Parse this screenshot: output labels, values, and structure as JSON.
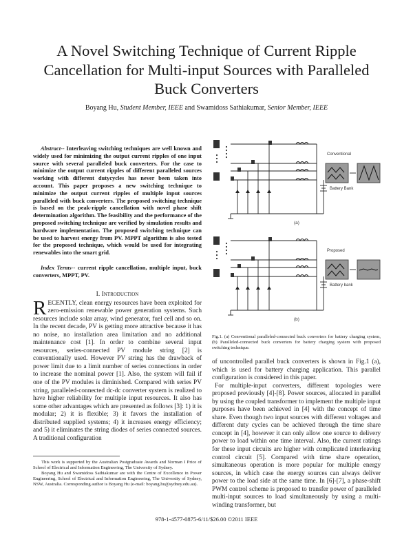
{
  "title": "A Novel Switching Technique of Current Ripple Cancellation for Multi-input Sources with Paralleled Buck Converters",
  "authors": {
    "author1": "Boyang Hu,",
    "author1_role": "Student Member, IEEE",
    "and": "and",
    "author2": "Swamidoss Sathiakumar,",
    "author2_role": "Senior Member, IEEE"
  },
  "abstract": {
    "label": "Abstract--",
    "text": " Interleaving switching techniques are well known and widely used for minimizing the output current ripples of one input source with several paralleled buck converters. For the case to minimize the output current ripples of different paralleled sources working with different dutycycles has never been taken into account. This paper proposes a new switching technique to minimize the output current ripples of multiple input sources paralleled with buck converters. The proposed switching technique is based on the peak-ripple cancellation with novel phase shift determination algorithm. The feasibility and the performance of the proposed switching technique are verified by simulation results and hardware implementation. The proposed switching technique can be used to harvest energy from PV. MPPT algorithm is also tested for the proposed technique, which would be used for integrating renewables into the smart grid."
  },
  "index_terms": {
    "label": "Index Terms--",
    "text": " current ripple cancellation, multiple input, buck converters, MPPT, PV."
  },
  "section1": {
    "heading": "I. Introduction",
    "drop_cap": "R",
    "para1": "ECENTLY, clean energy resources have been exploited for zero-emission renewable power generation systems. Such resources include solar array, wind generator, fuel cell and so on. In the recent decade, PV is getting more attractive because it has no noise, no installation area limitation and no additional maintenance cost [1]. In order to combine several input resources, series-connected PV module string [2] is conventionally used. However PV string has the drawback of power limit due to a limit number of series connections in order to increase the nominal power [1]. Also, the system will fail if one of the PV modules is diminished.  Compared with series PV string, paralleled-connected dc-dc converter system is realized to have higher reliability for multiple input resources. It also has some other advantages which are presented as follows [3]: 1) it is modular; 2) it is flexible; 3) it favors the installation of distributed supplied systems; 4) it increases energy efficiency; and 5) it eliminates the string diodes of series connected sources. A traditional configuration",
    "para1_cont": "of uncontrolled parallel buck converters is shown in Fig.1 (a), which is used for battery charging application. This parallel configuration is considered in this paper.",
    "para2": "For multiple-input converters, different topologies were proposed previously [4]-[8].  Power sources, allocated in parallel by using the coupled transformer to implement the multiple input purposes have been achieved in [4] with the concept of time share. Even though two input sources with different voltages and different duty cycles can be achieved through the time share concept in [4], however it can only allow one source to delivery power to load within one time interval. Also, the current ratings for these input circuits are higher with complicated interleaving control circuit [5]. Compared with time share operation, simultaneous operation is more popular for multiple energy sources, in which case the energy sources can always deliver power to the load side at the same time. In [6]-[7], a phase-shift PWM control scheme is proposed to transfer power of paralleled multi-input sources to load simultaneously by using a multi-winding transformer, but"
  },
  "footnotes": {
    "f1": "This work is supported by the Australian Postgraduate Awards and Norman I Price of School of Electrical and Information Engineering, The University of Sydney.",
    "f2": "Boyang Hu and Swamidoss Sathiakumar are with the Centre of Excellence in Power Engineering, School of Electrical and Information Engineering, The University of Sydney, NSW, Australia. Corresponding author is Boyang Hu (e-mail: boyang.hu@sydney.edu.au)."
  },
  "figure": {
    "sub_a": "(a)",
    "sub_b": "(b)",
    "label_a_box": "Conventional",
    "label_b_box": "Proposed",
    "battery_a": "Battery Bank",
    "battery_b": "Battery bank",
    "caption": "Fig.1. (a) Conventional paralleled-connected buck converters for battery charging system, (b) Paralleled-connected buck converters for battery charging system with proposed switching technique."
  },
  "footer": "978-1-4577-0875-6/11/$26.00 ©2011 IEEE"
}
